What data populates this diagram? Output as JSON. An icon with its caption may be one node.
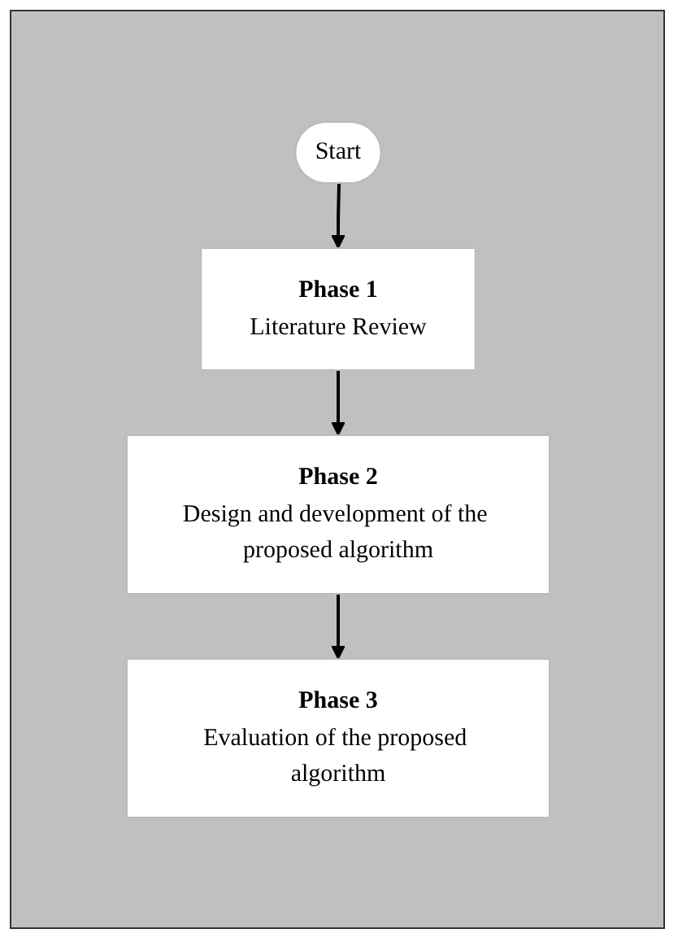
{
  "diagram": {
    "nodes": [
      {
        "text": [
          "Start"
        ]
      },
      {
        "text": [
          "Phase 1",
          "Literature Review"
        ]
      },
      {
        "text": [
          "Phase 2",
          "Design and development of the proposed algorithm"
        ]
      },
      {
        "text": [
          "Phase 3",
          "Evaluation of the proposed algorithm"
        ]
      }
    ],
    "edges": [
      {
        "from": 0,
        "to": 1,
        "arrow": "to"
      },
      {
        "from": 1,
        "to": 2,
        "arrow": "to"
      },
      {
        "from": 2,
        "to": 3,
        "arrow": "to"
      }
    ]
  }
}
